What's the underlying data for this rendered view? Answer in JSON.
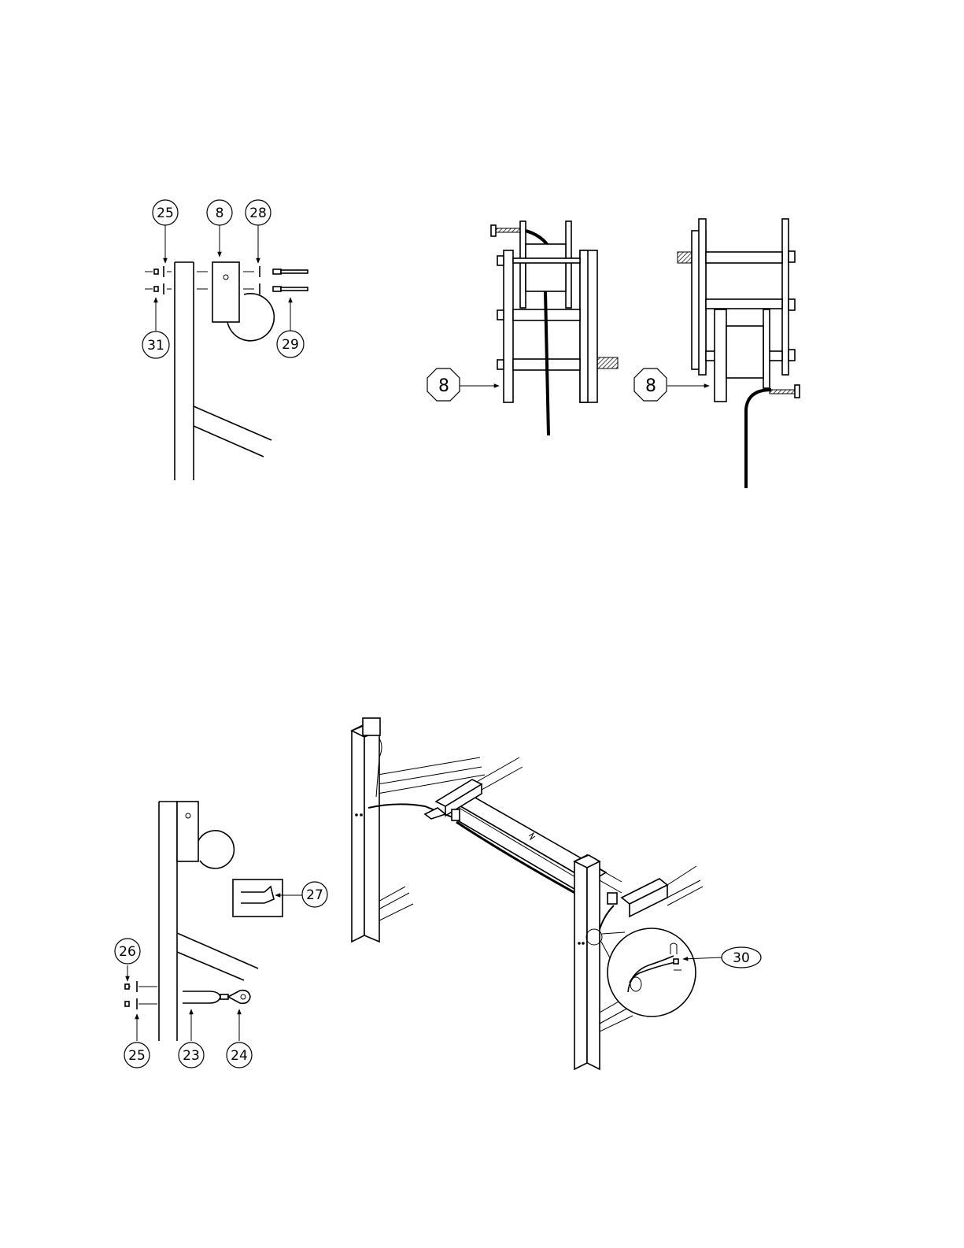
{
  "callouts": {
    "fig1": {
      "washer_top": "25",
      "bracket": "8",
      "washer_right": "28",
      "nut": "31",
      "bolt": "29"
    },
    "fig2": {
      "bracket": "8"
    },
    "fig3": {
      "bracket": "8"
    },
    "fig4": {
      "clip": "27",
      "washer": "26",
      "nut": "25",
      "cable_loop": "23",
      "thimble": "24"
    },
    "fig5": {
      "clamp": "30"
    }
  }
}
